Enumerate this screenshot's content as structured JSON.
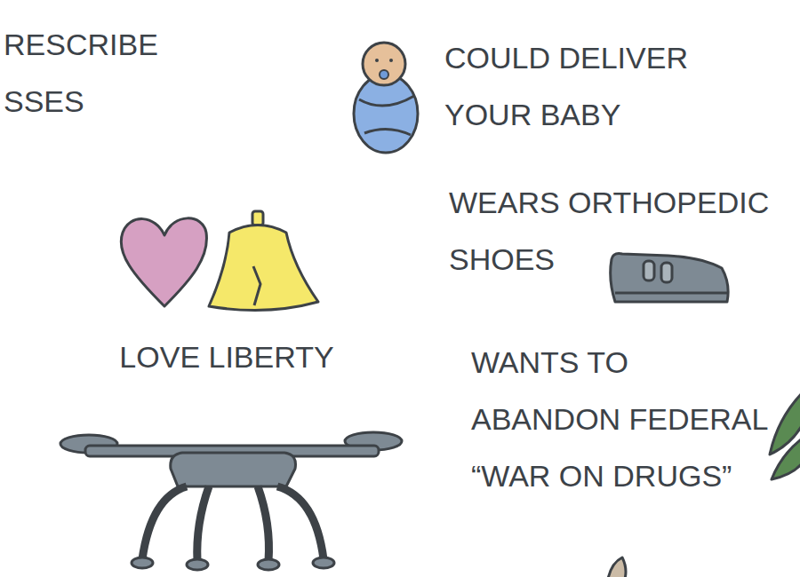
{
  "diagram": {
    "nodes": [
      {
        "text": [
          "RESCRIBE SSES"
        ]
      },
      {
        "text": [
          "COULD DELIVER YOUR BABY",
          "WEARS ORTHOPEDIC SHOES",
          "WANTS TO ABANDON FEDERAL “WAR ON DRUGS”"
        ]
      },
      {
        "text": [
          "LOVE LIBERTY"
        ]
      }
    ]
  }
}
